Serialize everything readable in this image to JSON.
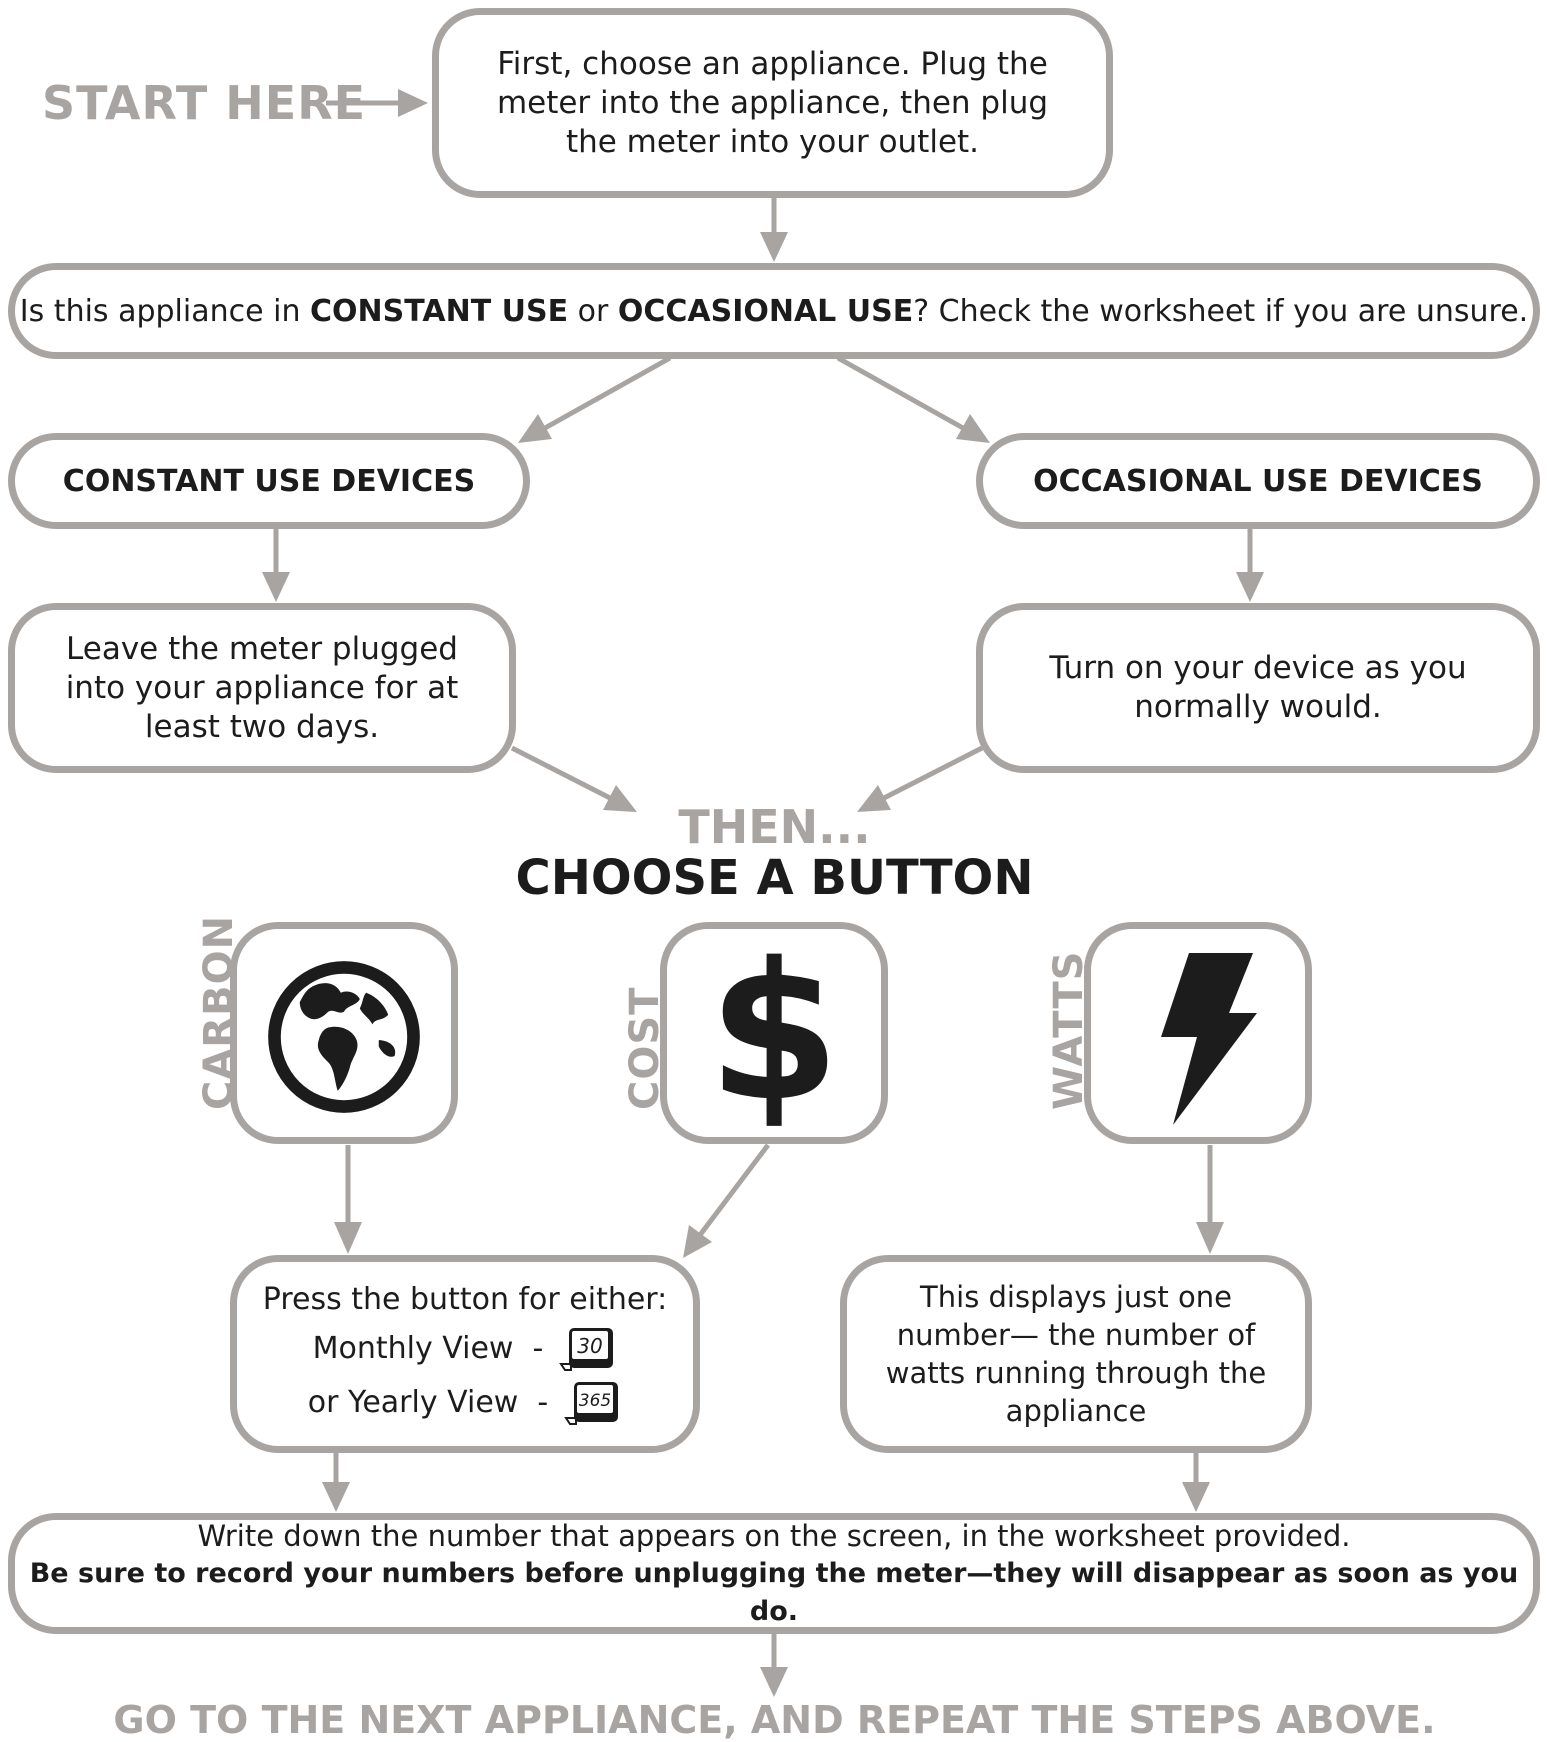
{
  "start_label": "START HERE",
  "step1": "First, choose an appliance. Plug the meter into the appliance, then plug the meter into your outlet.",
  "question": {
    "pre": "Is this appliance in ",
    "constant": "CONSTANT USE",
    "mid": " or ",
    "occasional": "OCCASIONAL USE",
    "post": "? Check the worksheet if you are unsure."
  },
  "constant_title": "CONSTANT USE DEVICES",
  "occasional_title": "OCCASIONAL USE DEVICES",
  "constant_text": "Leave the meter plugged into your appliance for at least two days.",
  "occasional_text": "Turn on your device as you normally would.",
  "then_label": "THEN...",
  "choose_label": "CHOOSE A BUTTON",
  "buttons": {
    "carbon": "CARBON",
    "cost": "COST",
    "watts": "WATTS",
    "dollar": "$"
  },
  "press": {
    "title": "Press the button for either:",
    "monthly": "Monthly View  -",
    "yearly": "or Yearly View  -",
    "monthly_num": "30",
    "yearly_num": "365"
  },
  "watts_text": "This displays just one number— the number of watts running through the appliance",
  "write_text": "Write down the number that appears on the screen, in the worksheet provided.",
  "write_bold": "Be sure to record your numbers before unplugging the meter—they will disappear as soon as you do.",
  "footer": "GO TO THE NEXT APPLIANCE, AND REPEAT THE STEPS ABOVE.",
  "colors": {
    "border": "#a8a4a1",
    "text": "#1c1c1c",
    "icon": "#1c1c1c"
  }
}
